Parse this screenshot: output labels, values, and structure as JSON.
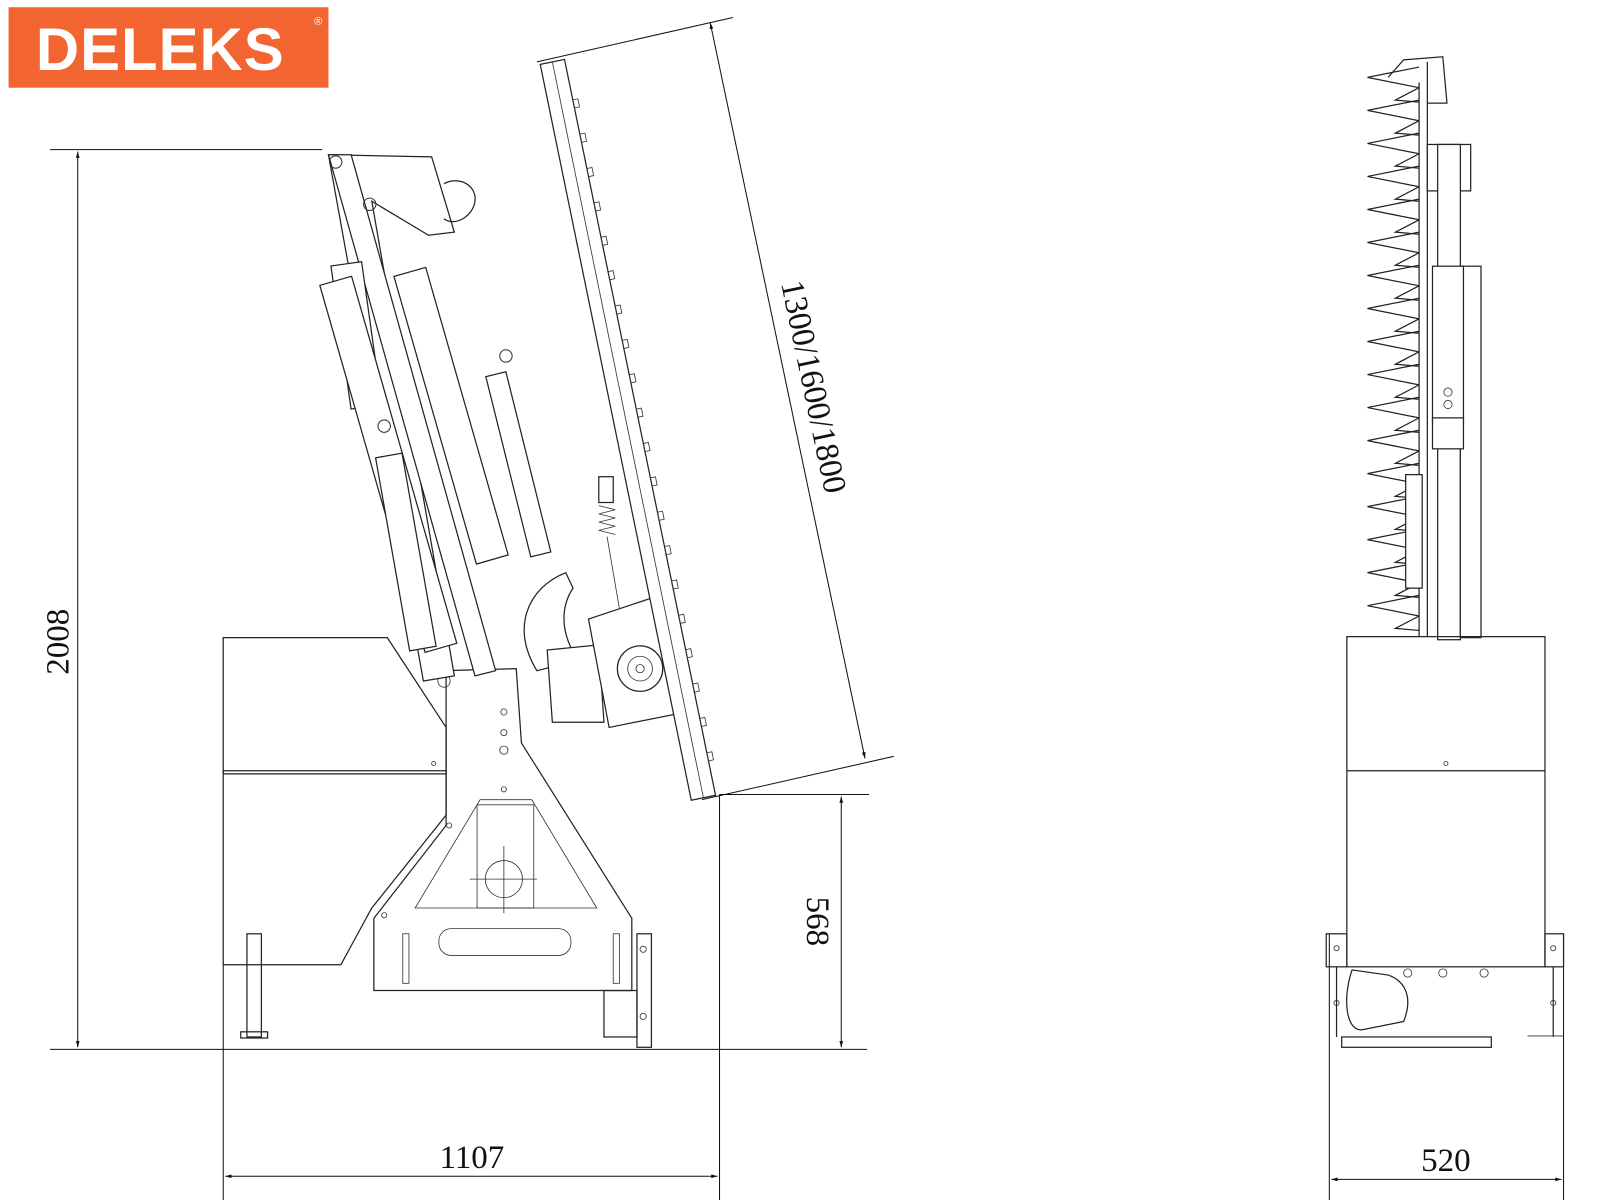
{
  "logo": {
    "text": "DELEKS",
    "registered": "®",
    "color": "#f26531"
  },
  "dimensions": {
    "height_total": "2008",
    "width_side": "1107",
    "height_bar": "568",
    "bar_length": "1300/1600/1800",
    "width_rear": "520"
  },
  "views": {
    "side": "side-view",
    "rear": "rear-view"
  },
  "teeth_count": 17
}
